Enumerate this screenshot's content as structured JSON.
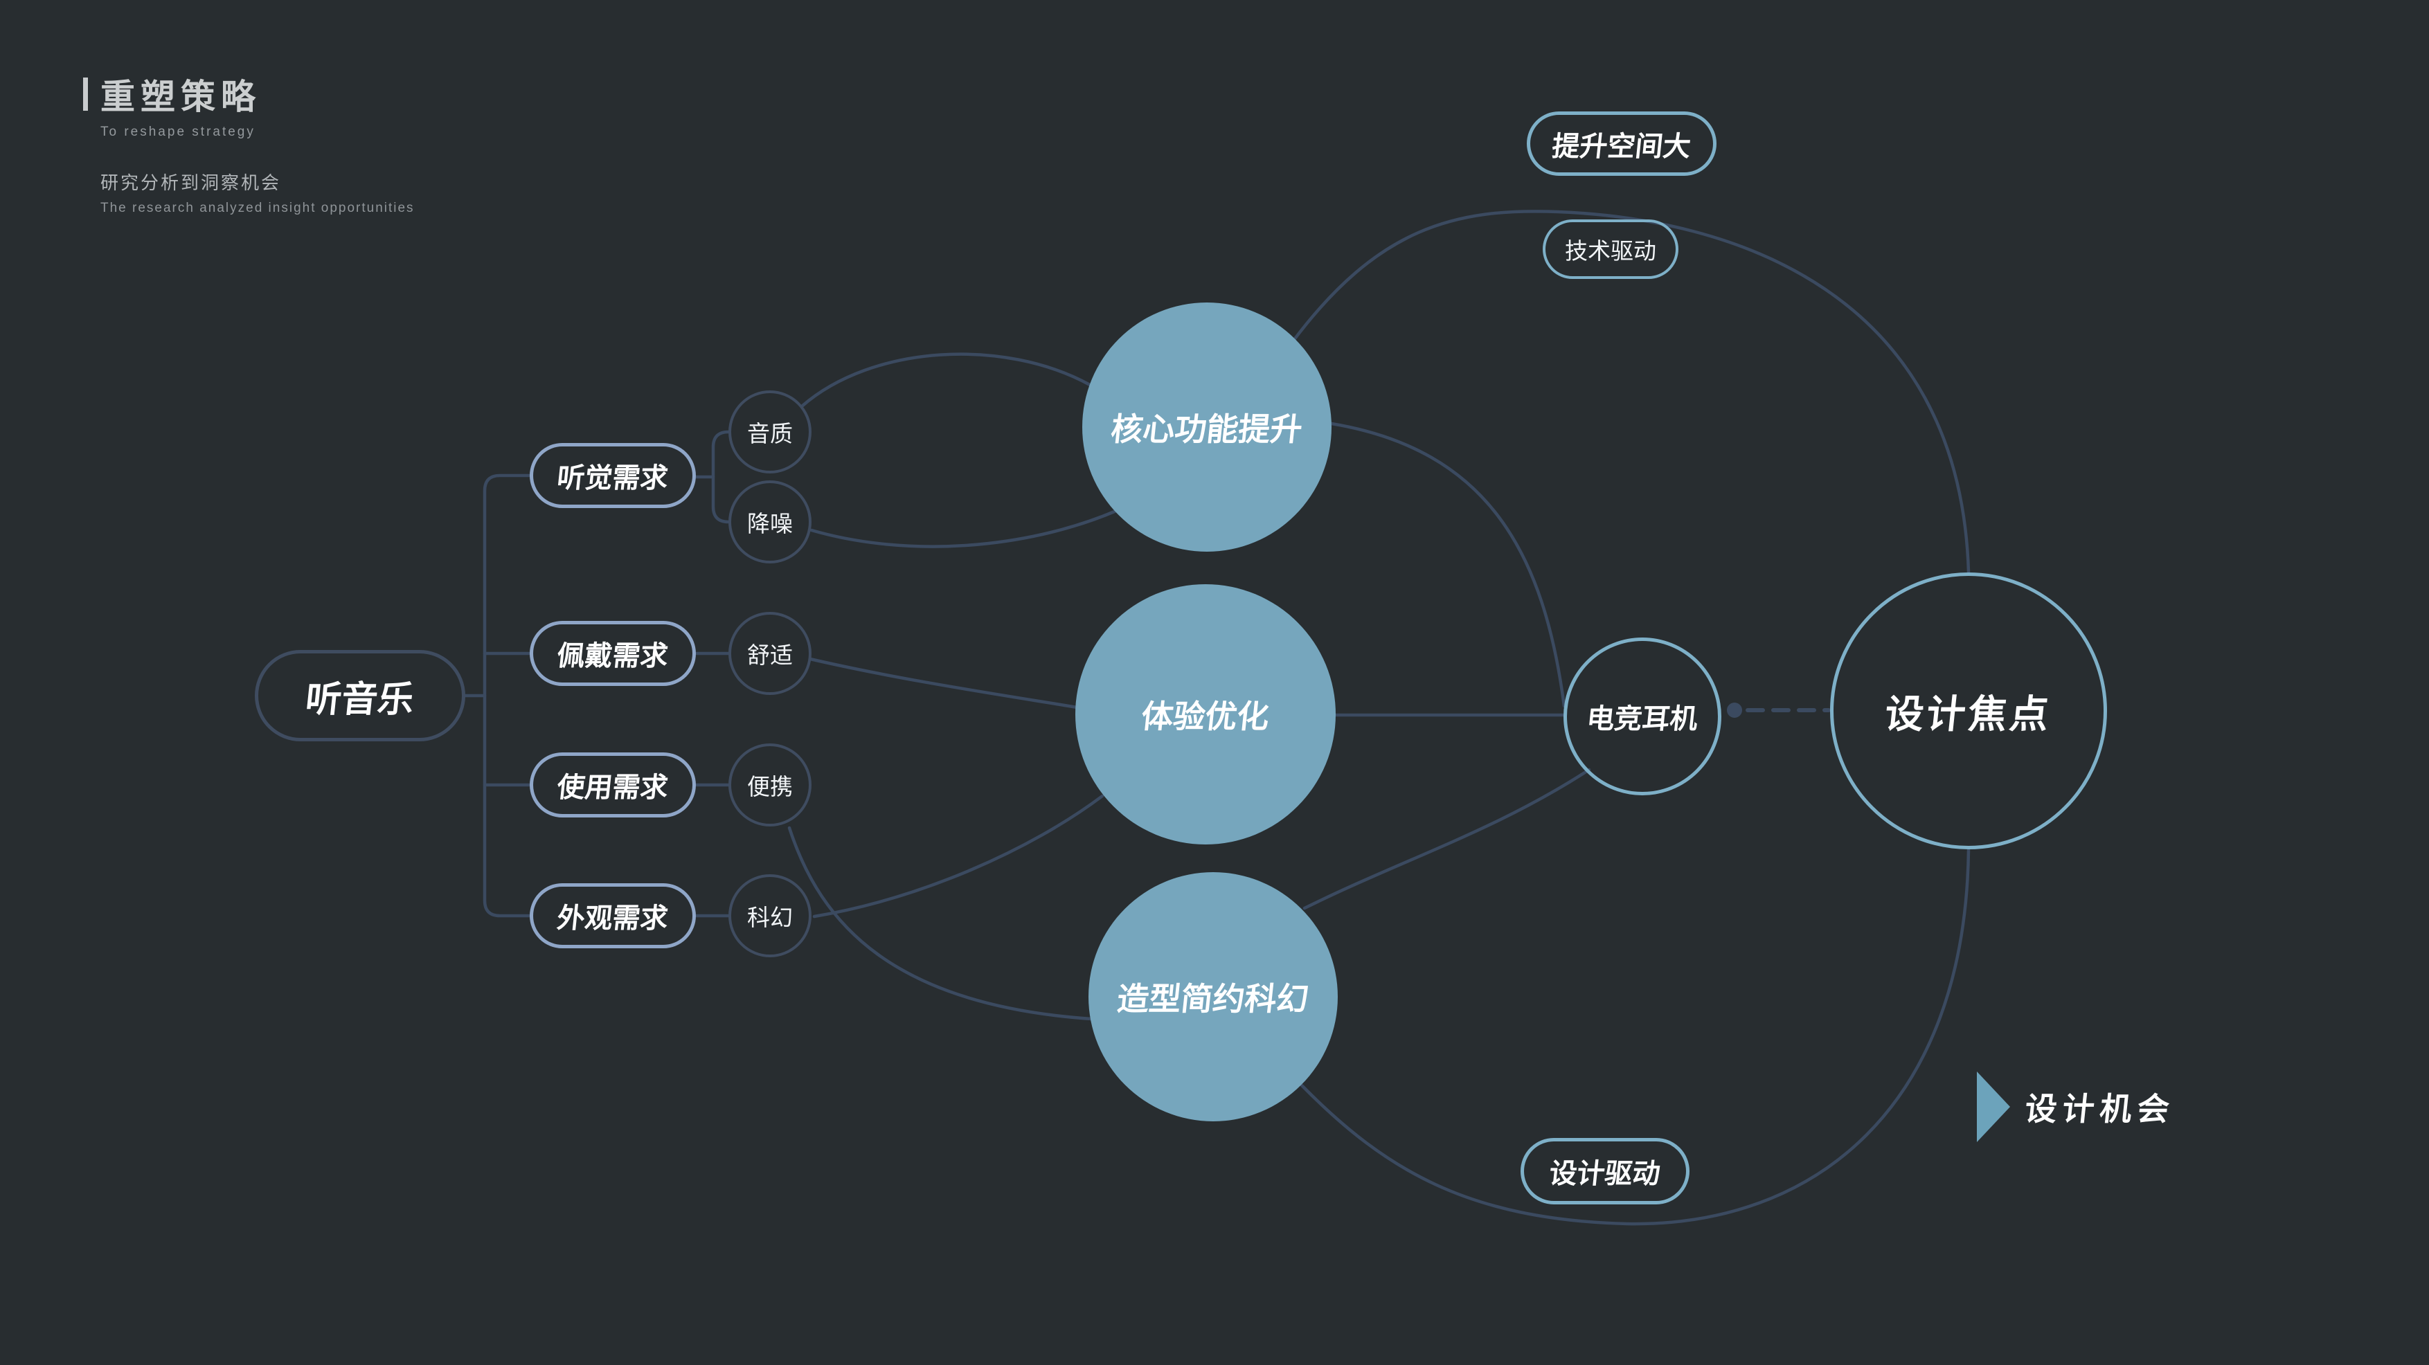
{
  "header": {
    "title": "重塑策略",
    "subtitle": "To reshape strategy",
    "section_title": "研究分析到洞察机会",
    "section_subtitle": "The research analyzed insight opportunities"
  },
  "colors": {
    "background": "#282d30",
    "connector": "#3b4a60",
    "theme_fill": "#76a6bd",
    "accent_border": "#7eb0c8",
    "branch_border": "#8fa6c8",
    "dark_border": "#3f4c60",
    "text": "#ffffff"
  },
  "mindmap": {
    "root": {
      "label": "听音乐"
    },
    "branches": [
      {
        "label": "听觉需求",
        "children": [
          {
            "label": "音质"
          },
          {
            "label": "降噪"
          }
        ]
      },
      {
        "label": "佩戴需求",
        "children": [
          {
            "label": "舒适"
          }
        ]
      },
      {
        "label": "使用需求",
        "children": [
          {
            "label": "便携"
          }
        ]
      },
      {
        "label": "外观需求",
        "children": [
          {
            "label": "科幻"
          }
        ]
      }
    ],
    "themes": [
      {
        "label": "核心功能提升"
      },
      {
        "label": "体验优化"
      },
      {
        "label": "造型简约科幻"
      }
    ],
    "hub": {
      "label": "电竞耳机"
    },
    "focus": {
      "label": "设计焦点"
    },
    "badges": [
      {
        "label": "提升空间大"
      },
      {
        "label": "技术驱动"
      },
      {
        "label": "设计驱动"
      }
    ],
    "callout": {
      "label": "设计机会"
    }
  }
}
